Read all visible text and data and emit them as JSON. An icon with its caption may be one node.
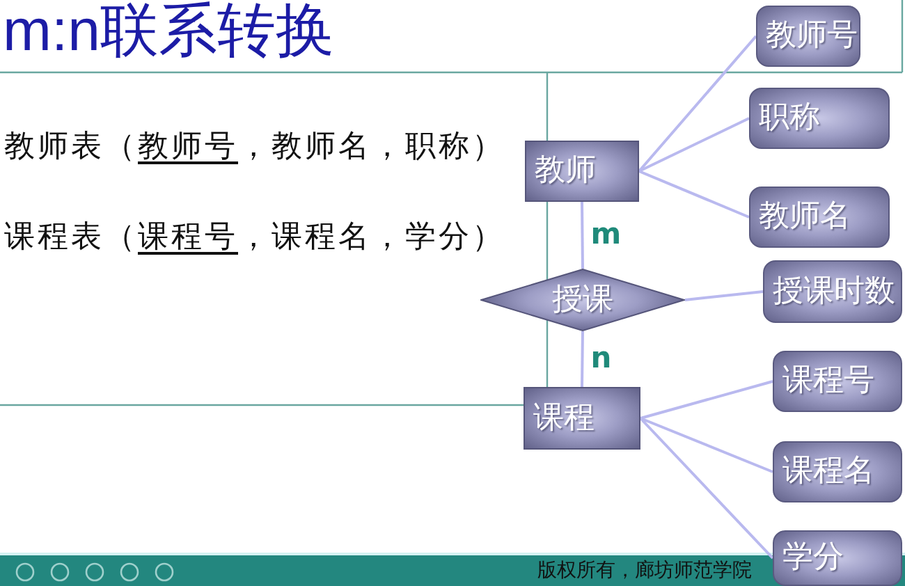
{
  "diagram": {
    "title": "m:n联系转换",
    "nodes": [
      {
        "text": [
          "教师"
        ]
      },
      {
        "text": [
          "教师号"
        ]
      },
      {
        "text": [
          "职称"
        ]
      },
      {
        "text": [
          "教师名"
        ]
      },
      {
        "text": [
          "授课"
        ]
      },
      {
        "text": [
          "授课时数"
        ]
      },
      {
        "text": [
          "课程"
        ]
      },
      {
        "text": [
          "课程号"
        ]
      },
      {
        "text": [
          "课程名"
        ]
      },
      {
        "text": [
          "学分"
        ]
      }
    ],
    "edges": [
      {
        "from": 0,
        "to": 1,
        "arrow": "none"
      },
      {
        "from": 0,
        "to": 2,
        "arrow": "none"
      },
      {
        "from": 0,
        "to": 3,
        "arrow": "none"
      },
      {
        "from": 0,
        "to": 4,
        "arrow": "none",
        "label": "m"
      },
      {
        "from": 4,
        "to": 6,
        "arrow": "none",
        "label": "n"
      },
      {
        "from": 4,
        "to": 5,
        "arrow": "none"
      },
      {
        "from": 6,
        "to": 7,
        "arrow": "none"
      },
      {
        "from": 6,
        "to": 8,
        "arrow": "none"
      },
      {
        "from": 6,
        "to": 9,
        "arrow": "none"
      }
    ],
    "labels": [
      "教师表（教师号，教师名，职称）",
      "课程表（课程号，课程名，学分）",
      "版权所有，廊坊师范学院"
    ]
  }
}
